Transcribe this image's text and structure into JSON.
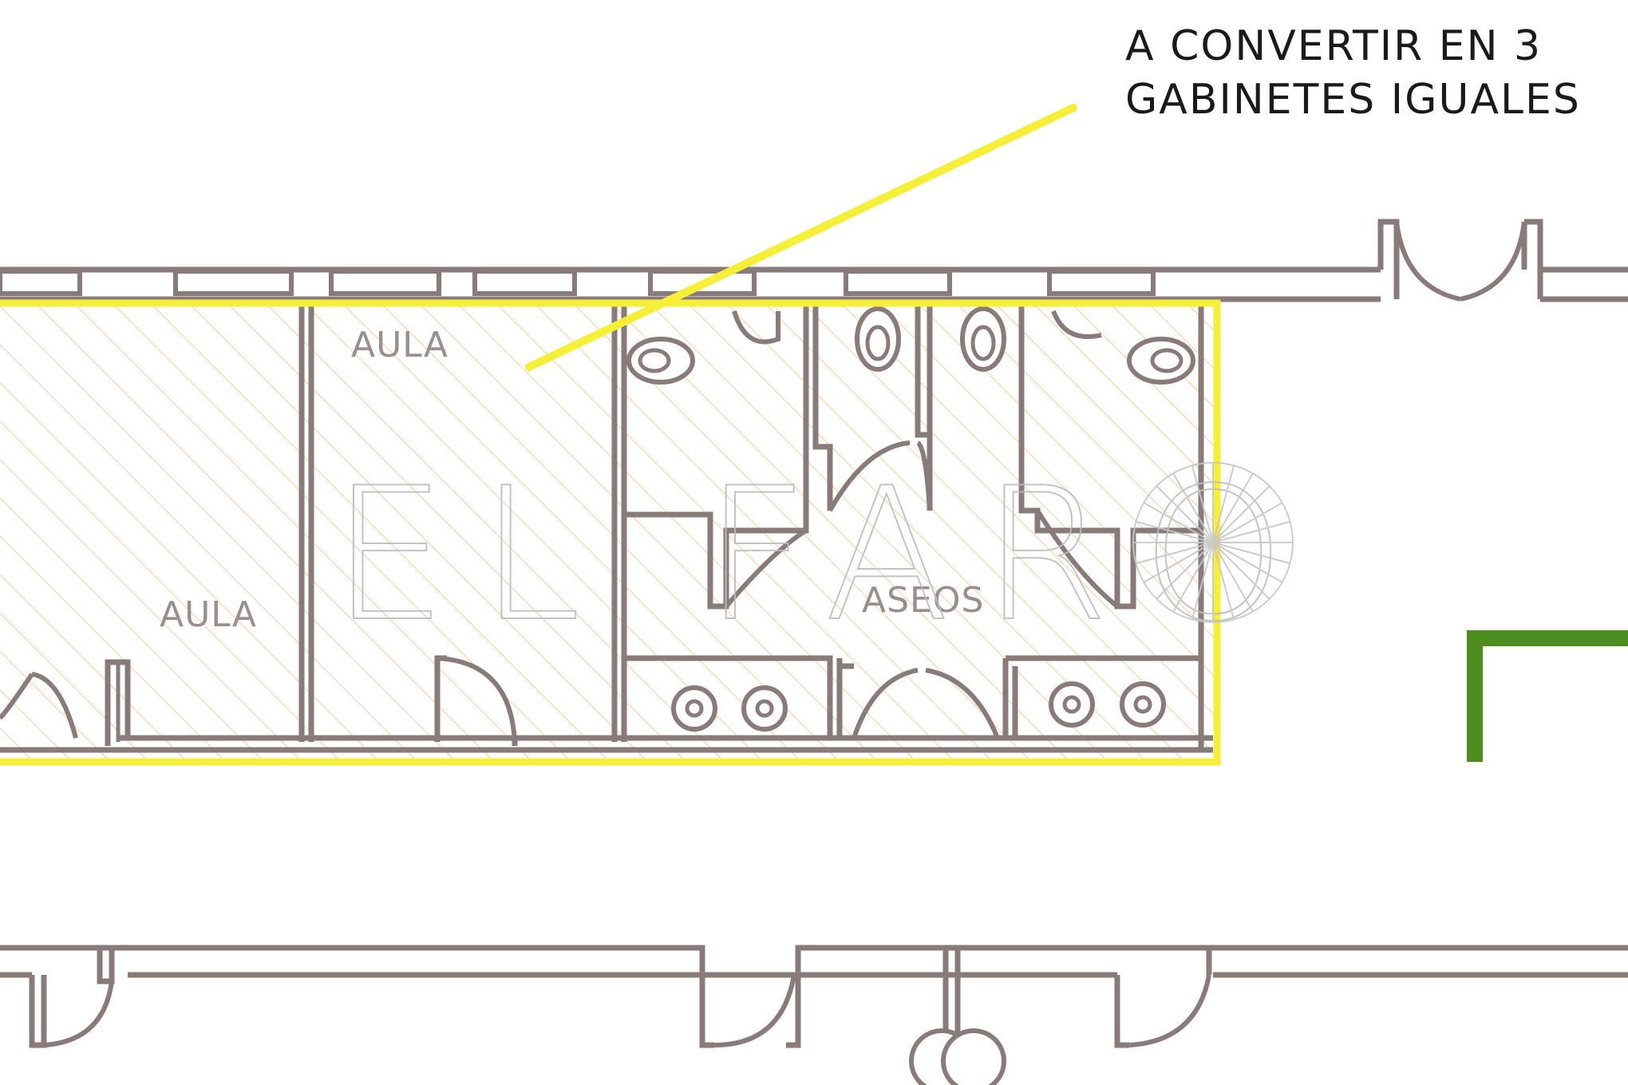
{
  "annotation": {
    "line1": "A CONVERTIR EN 3",
    "line2": "GABINETES IGUALES"
  },
  "rooms": {
    "aula_left": "AULA",
    "aula_right": "AULA",
    "aseos": "ASEOS"
  },
  "watermark": "EL FARO",
  "colors": {
    "wall": "#8a7b7b",
    "highlight": "#f5ef3a",
    "hatch": "#f2d7b0",
    "green_mark": "#4f8c1f",
    "label": "#9a8e8e"
  }
}
